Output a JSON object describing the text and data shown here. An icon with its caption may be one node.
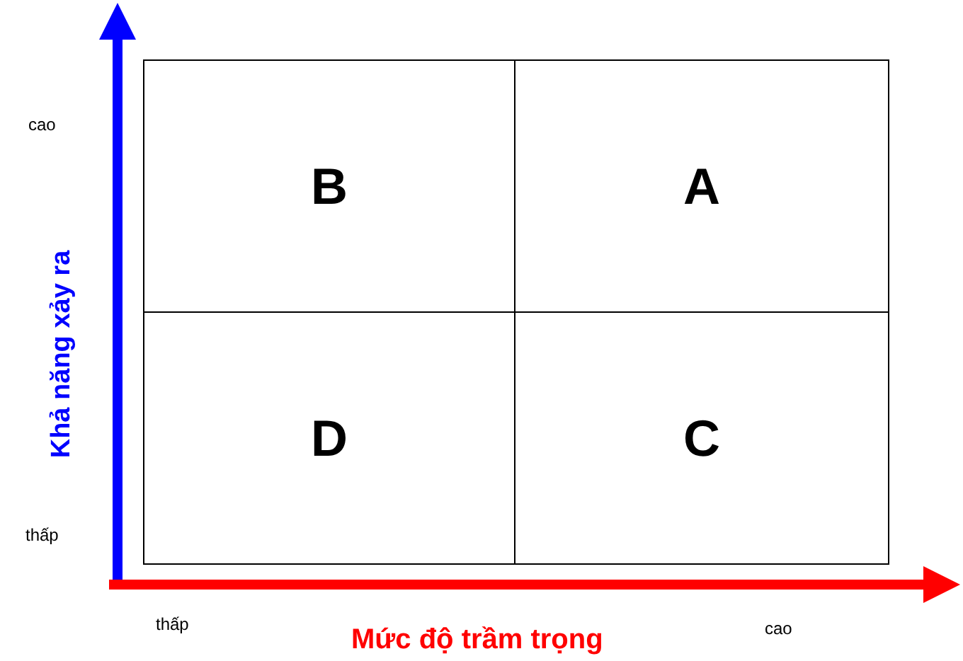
{
  "diagram": {
    "nodes": [
      {
        "text": [
          "B"
        ]
      },
      {
        "text": [
          "A"
        ]
      },
      {
        "text": [
          "D"
        ]
      },
      {
        "text": [
          "C"
        ]
      }
    ],
    "labels": [
      "cao",
      "thấp",
      "Khả năng xảy ra",
      "thấp",
      "Mức độ trầm trọng",
      "cao"
    ]
  }
}
